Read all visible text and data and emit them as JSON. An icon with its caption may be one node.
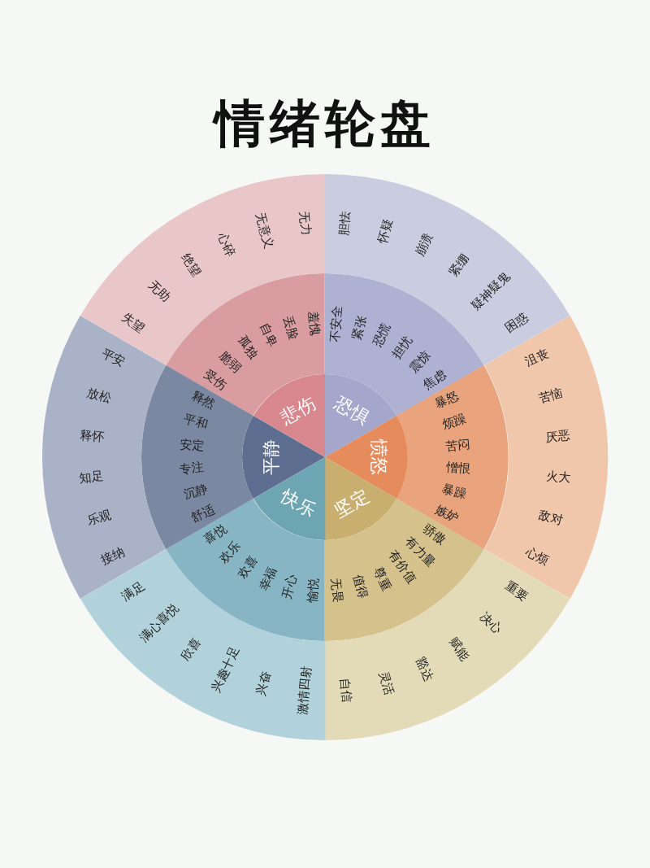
{
  "diagram": {
    "title": "情绪轮盘",
    "nodes": [
      {
        "text": [
          "悲伤"
        ]
      },
      {
        "text": [
          "受伤",
          "脆弱",
          "孤独",
          "自卑",
          "丢脸",
          "羞愧"
        ]
      },
      {
        "text": [
          "失望",
          "无助",
          "绝望",
          "心碎",
          "无意义",
          "无力"
        ]
      },
      {
        "text": [
          "恐惧"
        ]
      },
      {
        "text": [
          "不安全",
          "紧张",
          "恐慌",
          "担忧",
          "震惊",
          "焦虑"
        ]
      },
      {
        "text": [
          "胆怯",
          "怀疑",
          "崩溃",
          "紧绷",
          "疑神疑鬼",
          "困惑"
        ]
      },
      {
        "text": [
          "愤怒"
        ]
      },
      {
        "text": [
          "暴怒",
          "烦躁",
          "苦闷",
          "憎恨",
          "暴躁",
          "嫉妒"
        ]
      },
      {
        "text": [
          "沮丧",
          "苦恼",
          "厌恶",
          "火大",
          "敌对",
          "心烦"
        ]
      },
      {
        "text": [
          "坚定"
        ]
      },
      {
        "text": [
          "骄傲",
          "有力量",
          "有价值",
          "尊重",
          "值得",
          "无畏"
        ]
      },
      {
        "text": [
          "重要",
          "决心",
          "赋能",
          "豁达",
          "灵活",
          "自信"
        ]
      },
      {
        "text": [
          "快乐"
        ]
      },
      {
        "text": [
          "愉悦",
          "开心",
          "幸福",
          "欢喜",
          "欢乐",
          "喜悦"
        ]
      },
      {
        "text": [
          "激情四射",
          "兴奋",
          "兴趣十足",
          "欣喜",
          "满心喜悦",
          "满足"
        ]
      },
      {
        "text": [
          "平静"
        ]
      },
      {
        "text": [
          "舒适",
          "沉静",
          "专注",
          "安定",
          "平和",
          "释然"
        ]
      },
      {
        "text": [
          "接纳",
          "乐观",
          "知足",
          "释怀",
          "放松",
          "平安"
        ]
      }
    ]
  }
}
